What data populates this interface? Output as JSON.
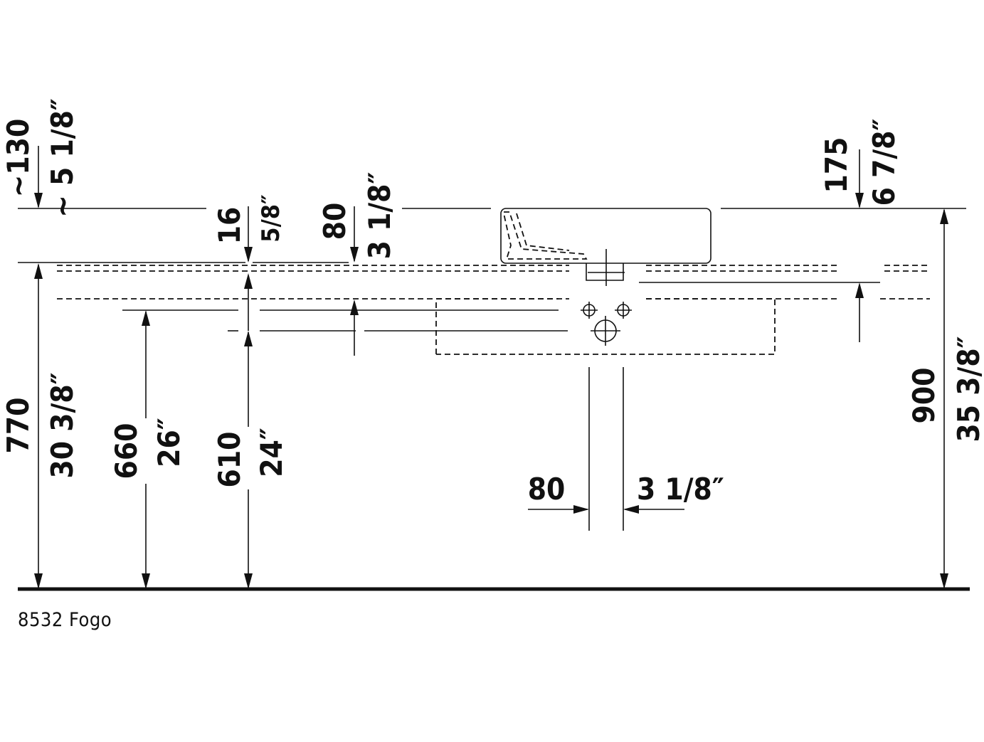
{
  "caption": "8532 Fogo",
  "dims": {
    "top_projection_mm": "~130",
    "top_projection_in": "~ 5 1/8″",
    "rim_thickness_mm": "16",
    "rim_thickness_in": "5/8″",
    "rim_drop_mm": "80",
    "rim_drop_in": "3 1/8″",
    "basin_depth_mm": "175",
    "basin_depth_in": "6 7/8″",
    "counter_height_mm": "770",
    "counter_height_in": "30 3/8″",
    "height_660_mm": "660",
    "height_660_in": "26″",
    "height_610_mm": "610",
    "height_610_in": "24″",
    "total_height_mm": "900",
    "total_height_in": "35 3/8″",
    "drain_width_mm": "80",
    "drain_width_in": "3 1/8″"
  }
}
